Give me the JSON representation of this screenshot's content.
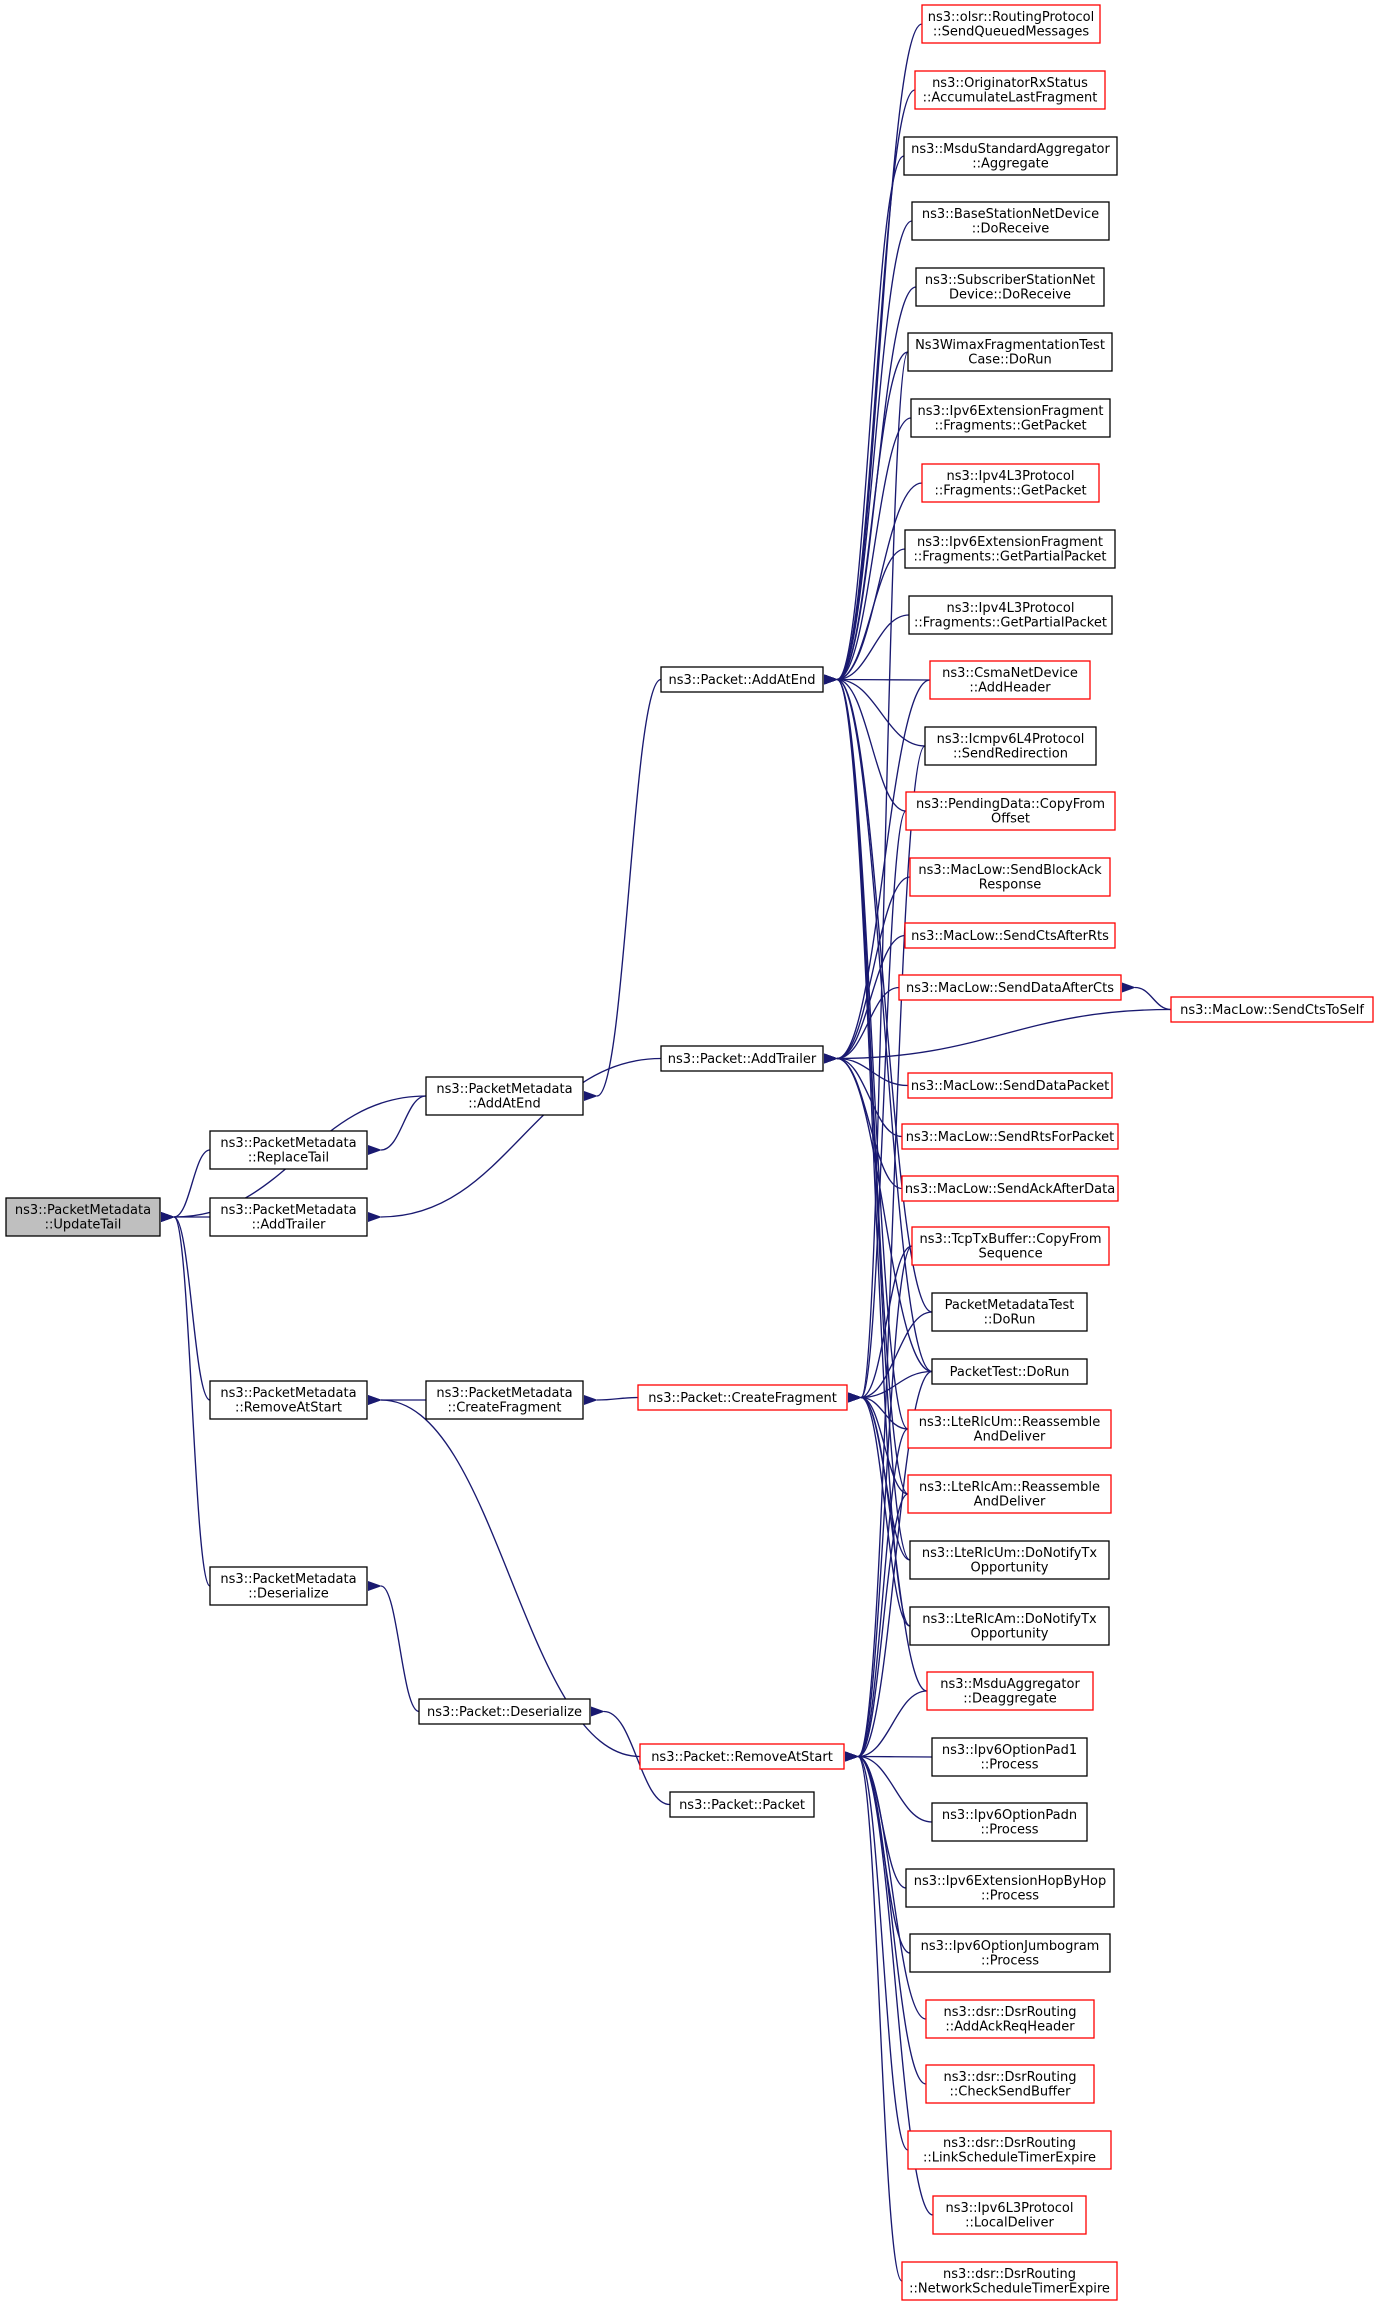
{
  "graph": {
    "root": "n0",
    "colors": {
      "edge": "#191970",
      "root_fill": "#bfbfbf",
      "node_border_black": "#000000",
      "node_border_red": "#ff0000"
    },
    "nodes": [
      {
        "id": "n0",
        "lines": [
          "ns3::PacketMetadata",
          "::UpdateTail"
        ],
        "style": "root"
      },
      {
        "id": "n1",
        "lines": [
          "ns3::PacketMetadata",
          "::ReplaceTail"
        ],
        "style": "black"
      },
      {
        "id": "n2",
        "lines": [
          "ns3::PacketMetadata",
          "::AddAtEnd"
        ],
        "style": "black"
      },
      {
        "id": "n3",
        "lines": [
          "ns3::PacketMetadata",
          "::AddTrailer"
        ],
        "style": "black"
      },
      {
        "id": "n4",
        "lines": [
          "ns3::PacketMetadata",
          "::RemoveAtStart"
        ],
        "style": "black"
      },
      {
        "id": "n5",
        "lines": [
          "ns3::PacketMetadata",
          "::CreateFragment"
        ],
        "style": "black"
      },
      {
        "id": "n6",
        "lines": [
          "ns3::PacketMetadata",
          "::Deserialize"
        ],
        "style": "black"
      },
      {
        "id": "n7",
        "lines": [
          "ns3::Packet::Deserialize"
        ],
        "style": "black"
      },
      {
        "id": "n8",
        "lines": [
          "ns3::Packet::Packet"
        ],
        "style": "black"
      },
      {
        "id": "n9",
        "lines": [
          "ns3::Packet::AddAtEnd"
        ],
        "style": "black"
      },
      {
        "id": "n10",
        "lines": [
          "ns3::Packet::AddTrailer"
        ],
        "style": "black"
      },
      {
        "id": "n11",
        "lines": [
          "ns3::Packet::CreateFragment"
        ],
        "style": "red"
      },
      {
        "id": "n12",
        "lines": [
          "ns3::Packet::RemoveAtStart"
        ],
        "style": "red"
      },
      {
        "id": "r1",
        "lines": [
          "ns3::olsr::RoutingProtocol",
          "::SendQueuedMessages"
        ],
        "style": "red"
      },
      {
        "id": "r2",
        "lines": [
          "ns3::OriginatorRxStatus",
          "::AccumulateLastFragment"
        ],
        "style": "red"
      },
      {
        "id": "r3",
        "lines": [
          "ns3::MsduStandardAggregator",
          "::Aggregate"
        ],
        "style": "black"
      },
      {
        "id": "r4",
        "lines": [
          "ns3::BaseStationNetDevice",
          "::DoReceive"
        ],
        "style": "black"
      },
      {
        "id": "r5",
        "lines": [
          "ns3::SubscriberStationNet",
          "Device::DoReceive"
        ],
        "style": "black"
      },
      {
        "id": "r6",
        "lines": [
          "Ns3WimaxFragmentationTest",
          "Case::DoRun"
        ],
        "style": "black"
      },
      {
        "id": "r7",
        "lines": [
          "ns3::Ipv6ExtensionFragment",
          "::Fragments::GetPacket"
        ],
        "style": "black"
      },
      {
        "id": "r8",
        "lines": [
          "ns3::Ipv4L3Protocol",
          "::Fragments::GetPacket"
        ],
        "style": "red"
      },
      {
        "id": "r9",
        "lines": [
          "ns3::Ipv6ExtensionFragment",
          "::Fragments::GetPartialPacket"
        ],
        "style": "black"
      },
      {
        "id": "r10",
        "lines": [
          "ns3::Ipv4L3Protocol",
          "::Fragments::GetPartialPacket"
        ],
        "style": "black"
      },
      {
        "id": "r11",
        "lines": [
          "ns3::CsmaNetDevice",
          "::AddHeader"
        ],
        "style": "red"
      },
      {
        "id": "r12",
        "lines": [
          "ns3::Icmpv6L4Protocol",
          "::SendRedirection"
        ],
        "style": "black"
      },
      {
        "id": "r13",
        "lines": [
          "ns3::PendingData::CopyFrom",
          "Offset"
        ],
        "style": "red"
      },
      {
        "id": "r14",
        "lines": [
          "ns3::MacLow::SendBlockAck",
          "Response"
        ],
        "style": "red"
      },
      {
        "id": "r15",
        "lines": [
          "ns3::MacLow::SendCtsAfterRts"
        ],
        "style": "red"
      },
      {
        "id": "r16",
        "lines": [
          "ns3::MacLow::SendDataAfterCts"
        ],
        "style": "red"
      },
      {
        "id": "r17",
        "lines": [
          "ns3::MacLow::SendCtsToSelf"
        ],
        "style": "red"
      },
      {
        "id": "r18",
        "lines": [
          "ns3::MacLow::SendDataPacket"
        ],
        "style": "red"
      },
      {
        "id": "r19",
        "lines": [
          "ns3::MacLow::SendRtsForPacket"
        ],
        "style": "red"
      },
      {
        "id": "r20",
        "lines": [
          "ns3::MacLow::SendAckAfterData"
        ],
        "style": "red"
      },
      {
        "id": "r21",
        "lines": [
          "ns3::TcpTxBuffer::CopyFrom",
          "Sequence"
        ],
        "style": "red"
      },
      {
        "id": "r22",
        "lines": [
          "PacketMetadataTest",
          "::DoRun"
        ],
        "style": "black"
      },
      {
        "id": "r23",
        "lines": [
          "PacketTest::DoRun"
        ],
        "style": "black"
      },
      {
        "id": "r24",
        "lines": [
          "ns3::LteRlcUm::Reassemble",
          "AndDeliver"
        ],
        "style": "red"
      },
      {
        "id": "r25",
        "lines": [
          "ns3::LteRlcAm::Reassemble",
          "AndDeliver"
        ],
        "style": "red"
      },
      {
        "id": "r26",
        "lines": [
          "ns3::LteRlcUm::DoNotifyTx",
          "Opportunity"
        ],
        "style": "black"
      },
      {
        "id": "r27",
        "lines": [
          "ns3::LteRlcAm::DoNotifyTx",
          "Opportunity"
        ],
        "style": "black"
      },
      {
        "id": "r28",
        "lines": [
          "ns3::MsduAggregator",
          "::Deaggregate"
        ],
        "style": "red"
      },
      {
        "id": "r29",
        "lines": [
          "ns3::Ipv6OptionPad1",
          "::Process"
        ],
        "style": "black"
      },
      {
        "id": "r30",
        "lines": [
          "ns3::Ipv6OptionPadn",
          "::Process"
        ],
        "style": "black"
      },
      {
        "id": "r31",
        "lines": [
          "ns3::Ipv6ExtensionHopByHop",
          "::Process"
        ],
        "style": "black"
      },
      {
        "id": "r32",
        "lines": [
          "ns3::Ipv6OptionJumbogram",
          "::Process"
        ],
        "style": "black"
      },
      {
        "id": "r33",
        "lines": [
          "ns3::dsr::DsrRouting",
          "::AddAckReqHeader"
        ],
        "style": "red"
      },
      {
        "id": "r34",
        "lines": [
          "ns3::dsr::DsrRouting",
          "::CheckSendBuffer"
        ],
        "style": "red"
      },
      {
        "id": "r35",
        "lines": [
          "ns3::dsr::DsrRouting",
          "::LinkScheduleTimerExpire"
        ],
        "style": "red"
      },
      {
        "id": "r36",
        "lines": [
          "ns3::Ipv6L3Protocol",
          "::LocalDeliver"
        ],
        "style": "red"
      },
      {
        "id": "r37",
        "lines": [
          "ns3::dsr::DsrRouting",
          "::NetworkScheduleTimerExpire"
        ],
        "style": "red"
      }
    ]
  }
}
